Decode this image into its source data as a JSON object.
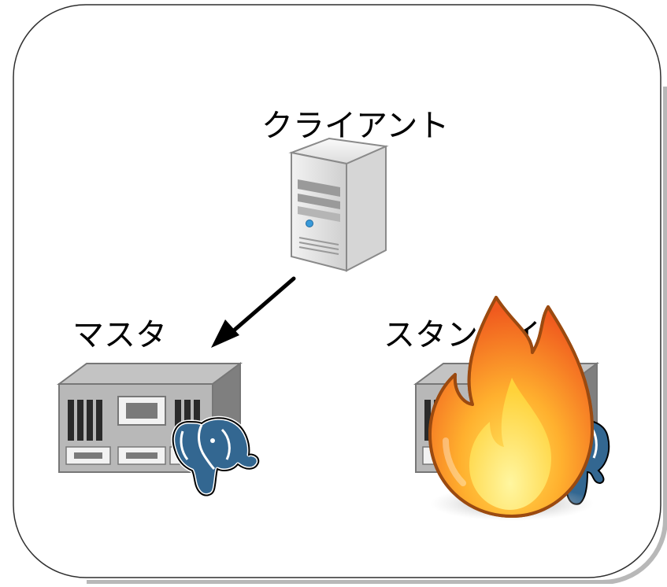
{
  "diagram": {
    "client": {
      "label": "クライアント",
      "icon": "tower-server-icon"
    },
    "master": {
      "label": "マスタ",
      "icon": "rack-server-icon",
      "badge": "postgresql-elephant-icon"
    },
    "standby": {
      "label": "スタンバイ",
      "icon": "rack-server-icon",
      "badge": "postgresql-elephant-icon",
      "overlay": "fire-icon",
      "state": "failed"
    },
    "connection": {
      "from": "client",
      "to": "master",
      "icon": "arrow-icon"
    }
  },
  "colors": {
    "frame_border": "#333333",
    "shadow": "#b5b5b5",
    "server_body": "#9a9a9a",
    "elephant": "#336791",
    "fire_outer": "#e8501a",
    "fire_inner": "#ffd94a"
  }
}
